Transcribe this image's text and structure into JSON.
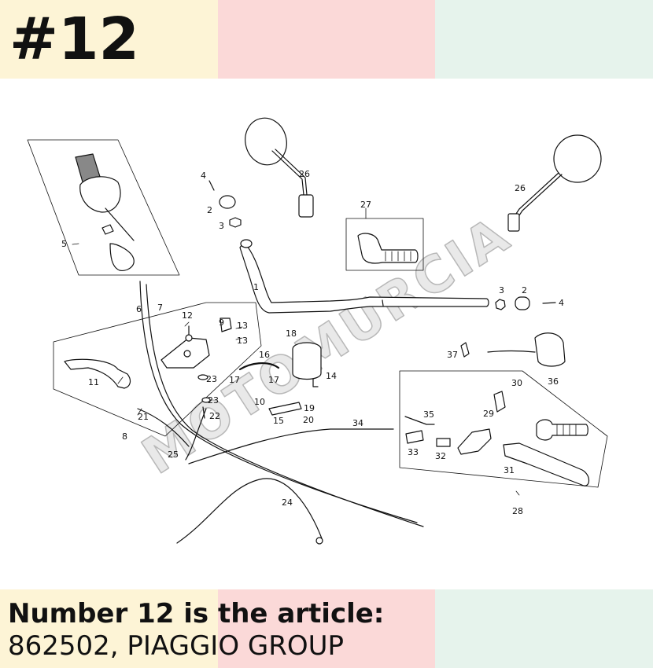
{
  "header": {
    "title": "#12"
  },
  "footer": {
    "line1": "Number 12 is the article:",
    "line2": "862502, PIAGGIO GROUP"
  },
  "colors": {
    "band_yellow": "#fdf4d6",
    "band_pink": "#fbd9d8",
    "band_green": "#e6f3ec"
  },
  "diagram": {
    "watermark": "MOTOMURCIA",
    "part_numbers": [
      "1",
      "2",
      "3",
      "4",
      "5",
      "6",
      "7",
      "8",
      "9",
      "10",
      "11",
      "12",
      "13",
      "14",
      "15",
      "16",
      "17",
      "18",
      "19",
      "20",
      "21",
      "22",
      "23",
      "24",
      "25",
      "26",
      "27",
      "28",
      "29",
      "30",
      "31",
      "32",
      "33",
      "34",
      "35",
      "36",
      "37"
    ]
  }
}
